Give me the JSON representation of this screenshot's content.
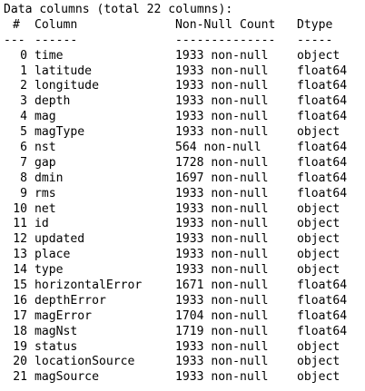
{
  "summary_line": "Data columns (total 22 columns):",
  "headers": {
    "index": "#",
    "column": "Column",
    "count": "Non-Null Count",
    "dtype": "Dtype"
  },
  "separators": {
    "index": "---",
    "column": "------",
    "count": "--------------",
    "dtype": "-----"
  },
  "rows": [
    {
      "index": "0",
      "column": "time",
      "count": "1933 non-null",
      "dtype": "object"
    },
    {
      "index": "1",
      "column": "latitude",
      "count": "1933 non-null",
      "dtype": "float64"
    },
    {
      "index": "2",
      "column": "longitude",
      "count": "1933 non-null",
      "dtype": "float64"
    },
    {
      "index": "3",
      "column": "depth",
      "count": "1933 non-null",
      "dtype": "float64"
    },
    {
      "index": "4",
      "column": "mag",
      "count": "1933 non-null",
      "dtype": "float64"
    },
    {
      "index": "5",
      "column": "magType",
      "count": "1933 non-null",
      "dtype": "object"
    },
    {
      "index": "6",
      "column": "nst",
      "count": "564 non-null",
      "dtype": "float64"
    },
    {
      "index": "7",
      "column": "gap",
      "count": "1728 non-null",
      "dtype": "float64"
    },
    {
      "index": "8",
      "column": "dmin",
      "count": "1697 non-null",
      "dtype": "float64"
    },
    {
      "index": "9",
      "column": "rms",
      "count": "1933 non-null",
      "dtype": "float64"
    },
    {
      "index": "10",
      "column": "net",
      "count": "1933 non-null",
      "dtype": "object"
    },
    {
      "index": "11",
      "column": "id",
      "count": "1933 non-null",
      "dtype": "object"
    },
    {
      "index": "12",
      "column": "updated",
      "count": "1933 non-null",
      "dtype": "object"
    },
    {
      "index": "13",
      "column": "place",
      "count": "1933 non-null",
      "dtype": "object"
    },
    {
      "index": "14",
      "column": "type",
      "count": "1933 non-null",
      "dtype": "object"
    },
    {
      "index": "15",
      "column": "horizontalError",
      "count": "1671 non-null",
      "dtype": "float64"
    },
    {
      "index": "16",
      "column": "depthError",
      "count": "1933 non-null",
      "dtype": "float64"
    },
    {
      "index": "17",
      "column": "magError",
      "count": "1704 non-null",
      "dtype": "float64"
    },
    {
      "index": "18",
      "column": "magNst",
      "count": "1719 non-null",
      "dtype": "float64"
    },
    {
      "index": "19",
      "column": "status",
      "count": "1933 non-null",
      "dtype": "object"
    },
    {
      "index": "20",
      "column": "locationSource",
      "count": "1933 non-null",
      "dtype": "object"
    },
    {
      "index": "21",
      "column": "magSource",
      "count": "1933 non-null",
      "dtype": "object"
    }
  ]
}
